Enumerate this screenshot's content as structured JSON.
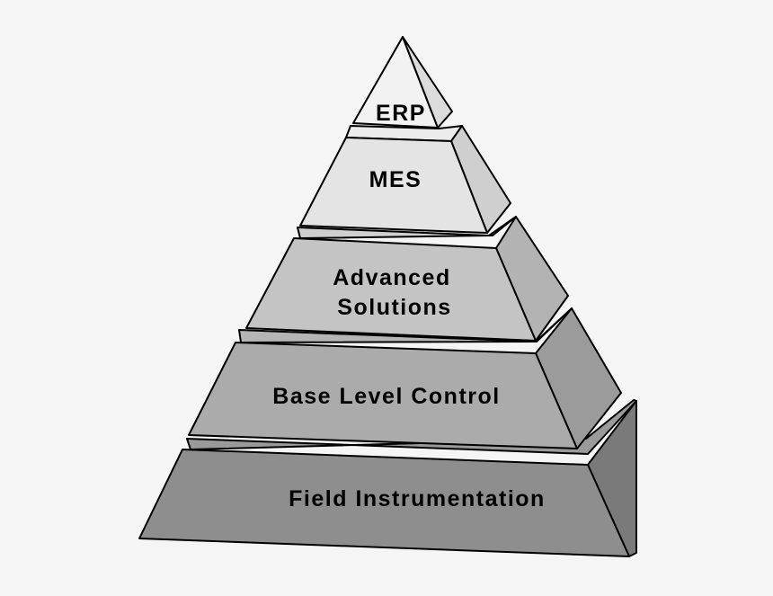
{
  "pyramid": {
    "levels": [
      {
        "id": "erp",
        "lines": [
          "ERP"
        ]
      },
      {
        "id": "mes",
        "lines": [
          "MES"
        ]
      },
      {
        "id": "advanced-solutions",
        "lines": [
          "Advanced",
          "Solutions"
        ]
      },
      {
        "id": "base-level-control",
        "lines": [
          "Base Level Control"
        ]
      },
      {
        "id": "field-instrumentation",
        "lines": [
          "Field Instrumentation"
        ]
      }
    ]
  },
  "colors": {
    "background": "#f5f5f5",
    "erp": "#f2f2f2",
    "mes": "#e4e4e4",
    "advanced_solutions": "#c4c4c4",
    "base_level_control": "#ababab",
    "field_instrumentation": "#8e8e8e",
    "outline": "#000000"
  }
}
